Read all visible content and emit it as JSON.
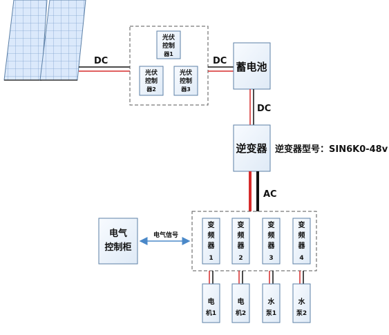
{
  "solar": {
    "link_label": "DC"
  },
  "controllers": {
    "items": [
      {
        "line1": "光伏",
        "line2": "控制",
        "line3": "器1"
      },
      {
        "line1": "光伏",
        "line2": "控制",
        "line3": "器2"
      },
      {
        "line1": "光伏",
        "line2": "控制",
        "line3": "器3"
      }
    ],
    "out_label": "DC"
  },
  "battery": {
    "label": "蓄电池",
    "out_label": "DC"
  },
  "inverter": {
    "label": "逆变器",
    "model_text": "逆变器型号：SIN6K0-48v",
    "out_label": "AC"
  },
  "cabinet": {
    "line1": "电气",
    "line2": "控制柜",
    "signal_label": "电气信号"
  },
  "vfds": [
    {
      "c1": "变",
      "c2": "频",
      "c3": "器",
      "num": "1"
    },
    {
      "c1": "变",
      "c2": "频",
      "c3": "器",
      "num": "2"
    },
    {
      "c1": "变",
      "c2": "频",
      "c3": "器",
      "num": "3"
    },
    {
      "c1": "变",
      "c2": "频",
      "c3": "器",
      "num": "4"
    }
  ],
  "loads": [
    {
      "c1": "电",
      "c2": "机1"
    },
    {
      "c1": "电",
      "c2": "机2"
    },
    {
      "c1": "水",
      "c2": "泵1"
    },
    {
      "c1": "水",
      "c2": "泵2"
    }
  ],
  "colors": {
    "dc_positive": "#d62b2b",
    "dc_negative": "#111111",
    "box_stroke": "#5b7fa6"
  }
}
